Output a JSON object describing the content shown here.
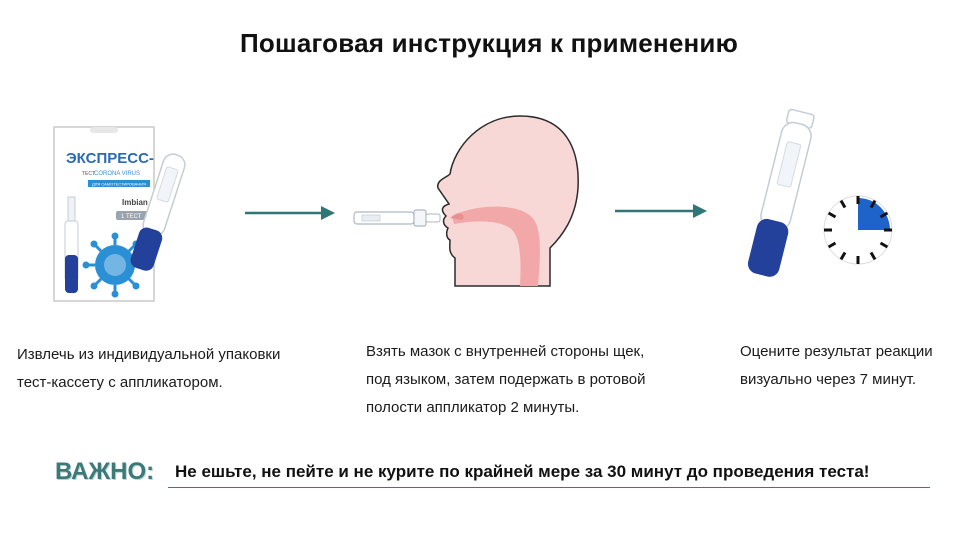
{
  "title": "Пошаговая инструкция к применению",
  "package": {
    "brand": "ЭКСПРЕСС-",
    "subtitle": "ТЕСТ",
    "virus": "CORONA VIRUS",
    "strip": "ДЛЯ САМОТЕСТИРОВАНИЯ",
    "maker": "Imbian",
    "count": "1 ТЕСТ"
  },
  "steps": [
    {
      "lines": [
        "Извлечь из индивидуальной упаковки",
        "тест-кассету с аппликатором."
      ]
    },
    {
      "lines": [
        "Взять мазок с внутренней стороны щек,",
        "под языком, затем подержать в ротовой",
        "полости аппликатор 2 минуты."
      ]
    },
    {
      "lines": [
        "Оцените результат реакции",
        "визуально через 7 минут."
      ]
    }
  ],
  "important": {
    "label": "ВАЖНО:",
    "text": "Не ешьте, не пейте и не курите по крайней мере за 30 минут до проведения теста!"
  },
  "colors": {
    "accent": "#3c7a79",
    "arrow": "#2f7676",
    "applicator_blue": "#23409a",
    "timer_fill": "#1e63c9",
    "skin": "#f7d8d6",
    "mouth": "#f2a7a8"
  },
  "icons": [
    "package-icon",
    "applicator-icon",
    "arrow-right-icon",
    "head-profile-icon",
    "timer-icon"
  ]
}
